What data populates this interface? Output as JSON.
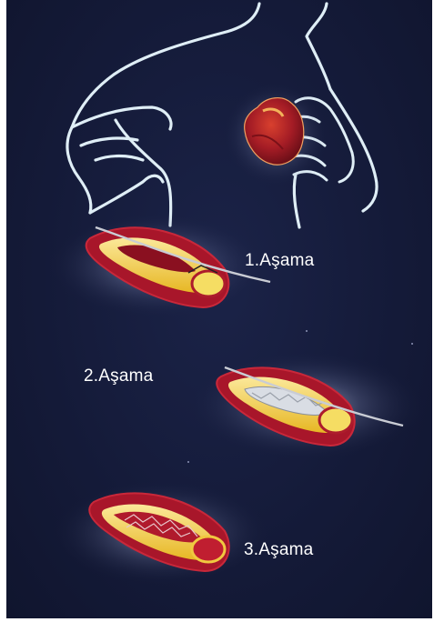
{
  "stages": [
    {
      "label": "1.Aşama"
    },
    {
      "label": "2.Aşama"
    },
    {
      "label": "3.Aşama"
    }
  ],
  "colors": {
    "background": "#141a38",
    "outline": "#dfeef6",
    "vessel_wall": "#a8162a",
    "plaque": "#f2d040",
    "heart": "#b5202a",
    "wire": "#c9ccd4",
    "stent": "#d9dde4"
  }
}
